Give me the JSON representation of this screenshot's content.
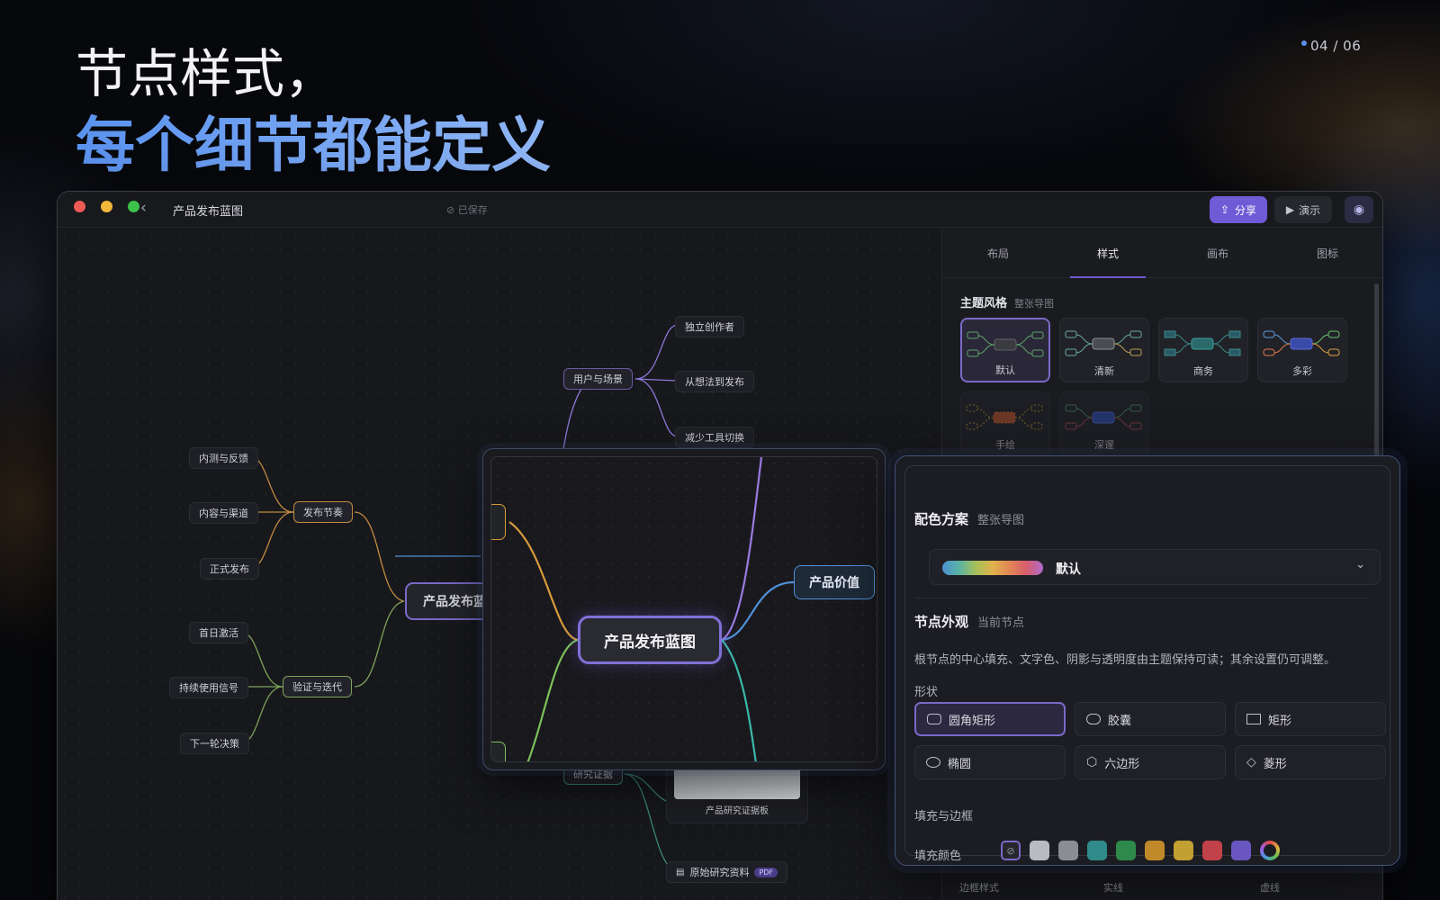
{
  "page": {
    "counter": "04 / 06"
  },
  "headline": {
    "line1": "节点样式，",
    "line2": "每个细节都能定义"
  },
  "window": {
    "title": "产品发布蓝图",
    "saved": "⊘ 已保存",
    "share_label": "分享",
    "present_label": "演示"
  },
  "mindmap": {
    "root_label": "产品发布蓝",
    "branches": {
      "users": "用户与场景",
      "users_leaves": [
        "独立创作者",
        "从想法到发布",
        "减少工具切换"
      ],
      "release": "发布节奏",
      "release_leaves": [
        "内测与反馈",
        "内容与渠道",
        "正式发布"
      ],
      "verify": "验证与迭代",
      "verify_leaves": [
        "首日激活",
        "持续使用信号",
        "下一轮决策"
      ],
      "research": "研究证据",
      "research_card": "产品研究证据板",
      "research_file": "原始研究资料",
      "research_file_badge": "PDF"
    }
  },
  "zoom": {
    "root_label": "产品发布蓝图",
    "value_label": "产品价值"
  },
  "right_panel": {
    "tabs": [
      "布局",
      "样式",
      "画布",
      "图标"
    ],
    "active_tab": "样式",
    "theme_title": "主题风格",
    "theme_sub": "整张导图",
    "themes": [
      "默认",
      "清新",
      "商务",
      "多彩",
      "手绘",
      "深邃"
    ]
  },
  "detail": {
    "color_title": "配色方案",
    "color_sub": "整张导图",
    "color_value": "默认",
    "node_title": "节点外观",
    "node_sub": "当前节点",
    "desc": "根节点的中心填充、文字色、阴影与透明度由主题保持可读；其余设置仍可调整。",
    "shape_label": "形状",
    "shapes": [
      "圆角矩形",
      "胶囊",
      "矩形",
      "椭圆",
      "六边形",
      "菱形"
    ],
    "fill_border_label": "填充与边框",
    "fill_color_label": "填充颜色",
    "swatches": [
      "#b9bbc1",
      "#8b8d93",
      "#2f8a8a",
      "#2e8a4a",
      "#c08a2a",
      "#c2a032",
      "#c2424a",
      "#6a56c0"
    ],
    "bottom_labels": [
      "边框样式",
      "实线",
      "虚线"
    ]
  },
  "colors": {
    "accent": "#6f5bd6",
    "brand_blue": "#5b8fe8"
  }
}
